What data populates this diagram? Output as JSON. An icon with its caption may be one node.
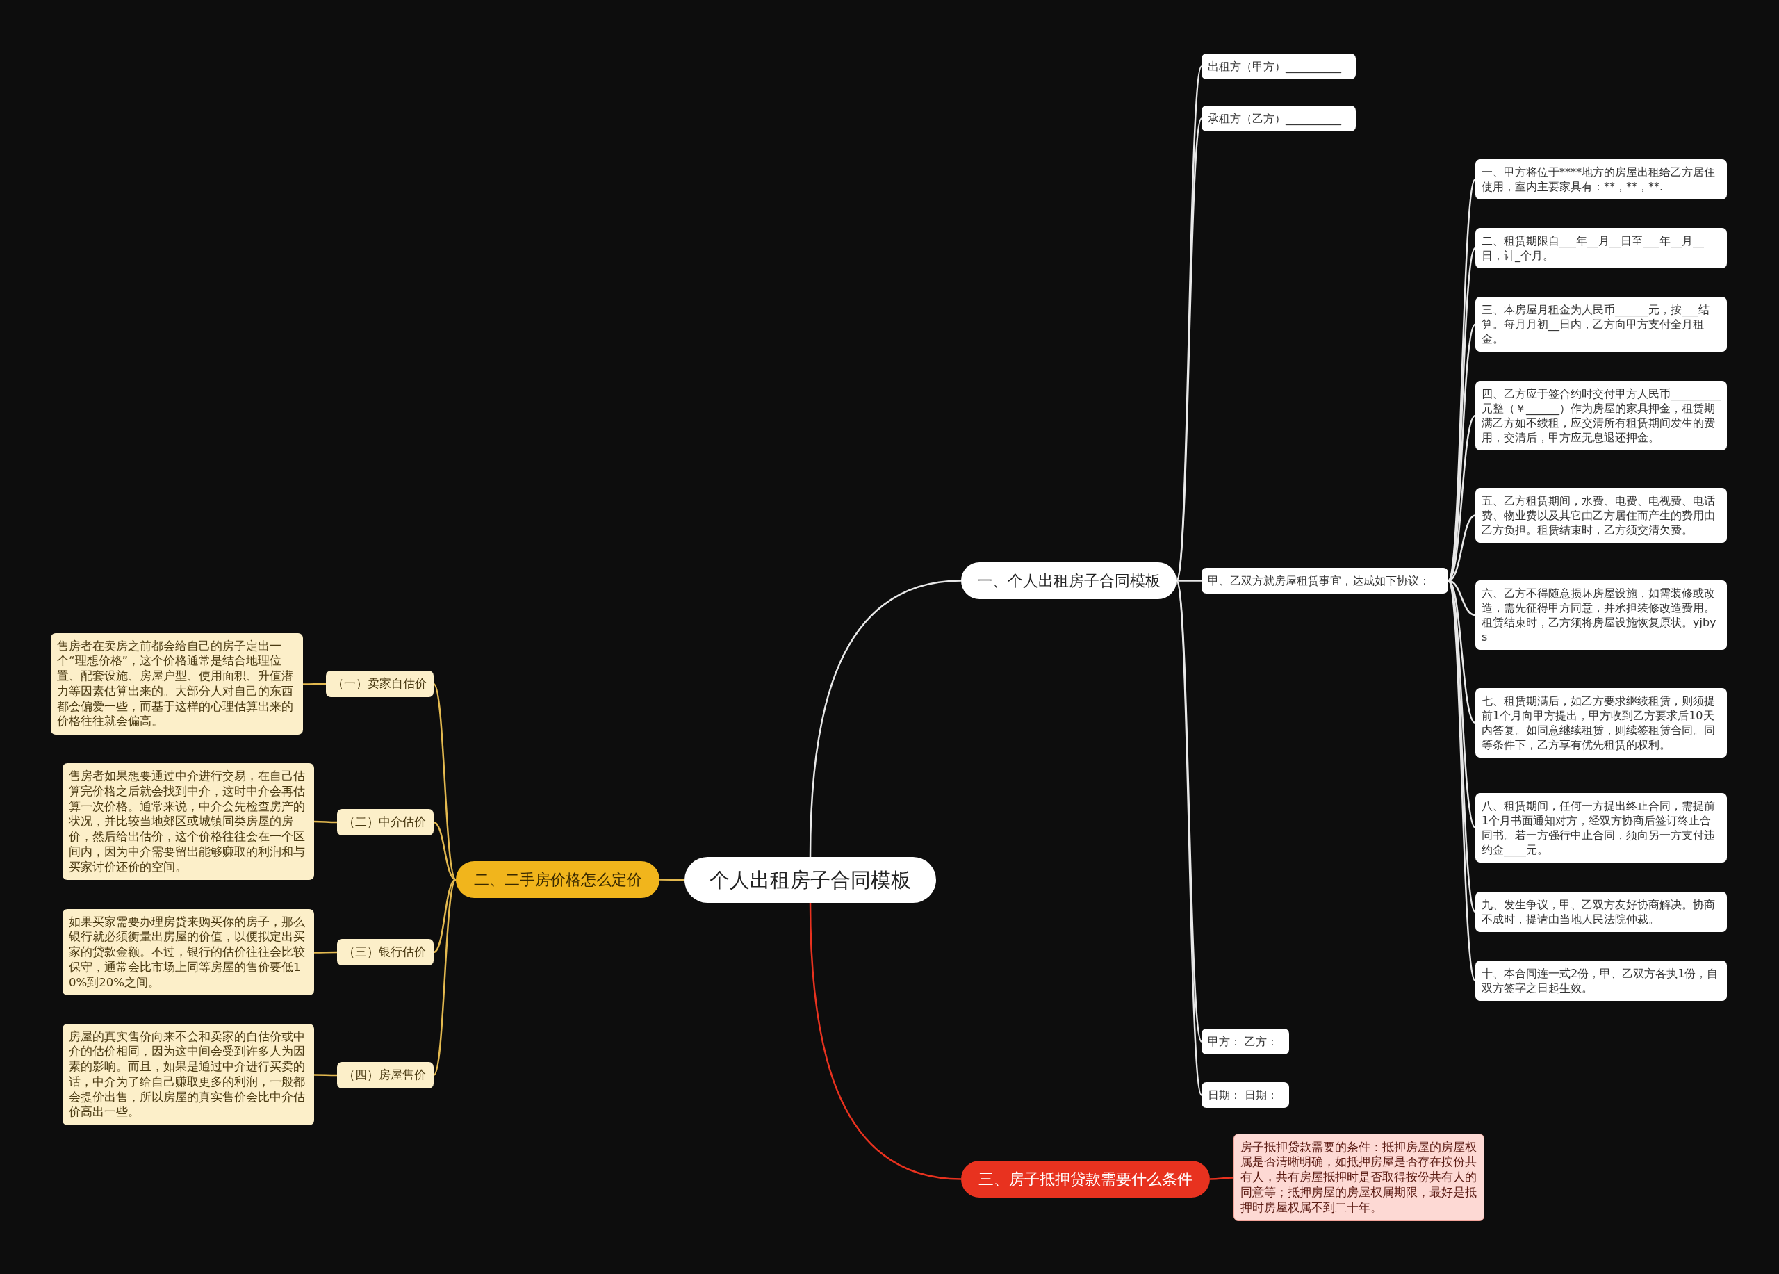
{
  "diagram": {
    "nodes": [
      {
        "text": [
          "个人出租房子合同模板"
        ]
      },
      {
        "text": [
          "一、个人出租房子合同模板"
        ]
      },
      {
        "text": [
          "出租方（甲方）__________"
        ]
      },
      {
        "text": [
          "承租方（乙方）__________"
        ]
      },
      {
        "text": [
          "甲、乙双方就房屋租赁事宜，达成如下协议："
        ]
      },
      {
        "text": [
          "一、甲方将位于****地方的房屋出租给乙方居住使用，室内主要家具有：**，**，**."
        ]
      },
      {
        "text": [
          "二、租赁期限自___年__月__日至___年__月__日，计_个月。"
        ]
      },
      {
        "text": [
          "三、本房屋月租金为人民币______元，按___结算。每月月初__日内，乙方向甲方支付全月租金。"
        ]
      },
      {
        "text": [
          "四、乙方应于签合约时交付甲方人民币_________元整（￥______）作为房屋的家具押金，租赁期满乙方如不续租，应交清所有租赁期间发生的费用，交清后，甲方应无息退还押金。"
        ]
      },
      {
        "text": [
          "五、乙方租赁期间，水费、电费、电视费、电话费、物业费以及其它由乙方居住而产生的费用由乙方负担。租赁结束时，乙方须交清欠费。"
        ]
      },
      {
        "text": [
          "六、乙方不得随意损坏房屋设施，如需装修或改造，需先征得甲方同意，并承担装修改造费用。租赁结束时，乙方须将房屋设施恢复原状。yjbys"
        ]
      },
      {
        "text": [
          "七、租赁期满后，如乙方要求继续租赁，则须提前1个月向甲方提出，甲方收到乙方要求后10天内答复。如同意继续租赁，则续签租赁合同。同等条件下，乙方享有优先租赁的权利。"
        ]
      },
      {
        "text": [
          "八、租赁期间，任何一方提出终止合同，需提前1个月书面通知对方，经双方协商后签订终止合同书。若一方强行中止合同，须向另一方支付违约金____元。"
        ]
      },
      {
        "text": [
          "九、发生争议，甲、乙双方友好协商解决。协商不成时，提请由当地人民法院仲裁。"
        ]
      },
      {
        "text": [
          "十、本合同连一式2份，甲、乙双方各执1份，自双方签字之日起生效。"
        ]
      },
      {
        "text": [
          "甲方： 乙方："
        ]
      },
      {
        "text": [
          "日期： 日期："
        ]
      },
      {
        "text": [
          "二、二手房价格怎么定价"
        ]
      },
      {
        "text": [
          "（一）卖家自估价"
        ]
      },
      {
        "text": [
          "售房者在卖房之前都会给自己的房子定出一个“理想价格”，这个价格通常是结合地理位置、配套设施、房屋户型、使用面积、升值潜力等因素估算出来的。大部分人对自己的东西都会偏爱一些，而基于这样的心理估算出来的价格往往就会偏高。"
        ]
      },
      {
        "text": [
          "（二）中介估价"
        ]
      },
      {
        "text": [
          "售房者如果想要通过中介进行交易，在自己估算完价格之后就会找到中介，这时中介会再估算一次价格。通常来说，中介会先检查房产的状况，并比较当地郊区或城镇同类房屋的房价，然后给出估价，这个价格往往会在一个区间内，因为中介需要留出能够赚取的利润和与买家讨价还价的空间。"
        ]
      },
      {
        "text": [
          "（三）银行估价"
        ]
      },
      {
        "text": [
          "如果买家需要办理房贷来购买你的房子，那么银行就必须衡量出房屋的价值，以便拟定出买家的贷款金额。不过，银行的估价往往会比较保守，通常会比市场上同等房屋的售价要低10%到20%之间。"
        ]
      },
      {
        "text": [
          "（四）房屋售价"
        ]
      },
      {
        "text": [
          "房屋的真实售价向来不会和卖家的自估价或中介的估价相同，因为这中间会受到许多人为因素的影响。而且，如果是通过中介进行买卖的话，中介为了给自己赚取更多的利润，一般都会提价出售，所以房屋的真实售价会比中介估价高出一些。"
        ]
      },
      {
        "text": [
          "三、房子抵押贷款需要什么条件"
        ]
      },
      {
        "text": [
          "房子抵押贷款需要的条件：抵押房屋的房屋权属是否清晰明确，如抵押房屋是否存在按份共有人，共有房屋抵押时是否取得按份共有人的同意等；抵押房屋的房屋权属期限，最好是抵押时房屋权属不到二十年。"
        ]
      }
    ],
    "edges": [
      {
        "from": 0,
        "to": 1,
        "arrow": "none"
      },
      {
        "from": 1,
        "to": 2,
        "arrow": "none"
      },
      {
        "from": 1,
        "to": 3,
        "arrow": "none"
      },
      {
        "from": 1,
        "to": 4,
        "arrow": "none"
      },
      {
        "from": 4,
        "to": 5,
        "arrow": "none"
      },
      {
        "from": 4,
        "to": 6,
        "arrow": "none"
      },
      {
        "from": 4,
        "to": 7,
        "arrow": "none"
      },
      {
        "from": 4,
        "to": 8,
        "arrow": "none"
      },
      {
        "from": 4,
        "to": 9,
        "arrow": "none"
      },
      {
        "from": 4,
        "to": 10,
        "arrow": "none"
      },
      {
        "from": 4,
        "to": 11,
        "arrow": "none"
      },
      {
        "from": 4,
        "to": 12,
        "arrow": "none"
      },
      {
        "from": 4,
        "to": 13,
        "arrow": "none"
      },
      {
        "from": 4,
        "to": 14,
        "arrow": "none"
      },
      {
        "from": 1,
        "to": 15,
        "arrow": "none"
      },
      {
        "from": 1,
        "to": 16,
        "arrow": "none"
      },
      {
        "from": 0,
        "to": 17,
        "arrow": "none",
        "color": "#e3b94f"
      },
      {
        "from": 17,
        "to": 18,
        "arrow": "none",
        "color": "#e3b94f"
      },
      {
        "from": 18,
        "to": 19,
        "arrow": "none",
        "color": "#e3b94f"
      },
      {
        "from": 17,
        "to": 20,
        "arrow": "none",
        "color": "#e3b94f"
      },
      {
        "from": 20,
        "to": 21,
        "arrow": "none",
        "color": "#e3b94f"
      },
      {
        "from": 17,
        "to": 22,
        "arrow": "none",
        "color": "#e3b94f"
      },
      {
        "from": 22,
        "to": 23,
        "arrow": "none",
        "color": "#e3b94f"
      },
      {
        "from": 17,
        "to": 24,
        "arrow": "none",
        "color": "#e3b94f"
      },
      {
        "from": 24,
        "to": 25,
        "arrow": "none",
        "color": "#e3b94f"
      },
      {
        "from": 0,
        "to": 26,
        "arrow": "none",
        "color": "#e8321f"
      },
      {
        "from": 26,
        "to": 27,
        "arrow": "none",
        "color": "#e8321f"
      }
    ]
  }
}
